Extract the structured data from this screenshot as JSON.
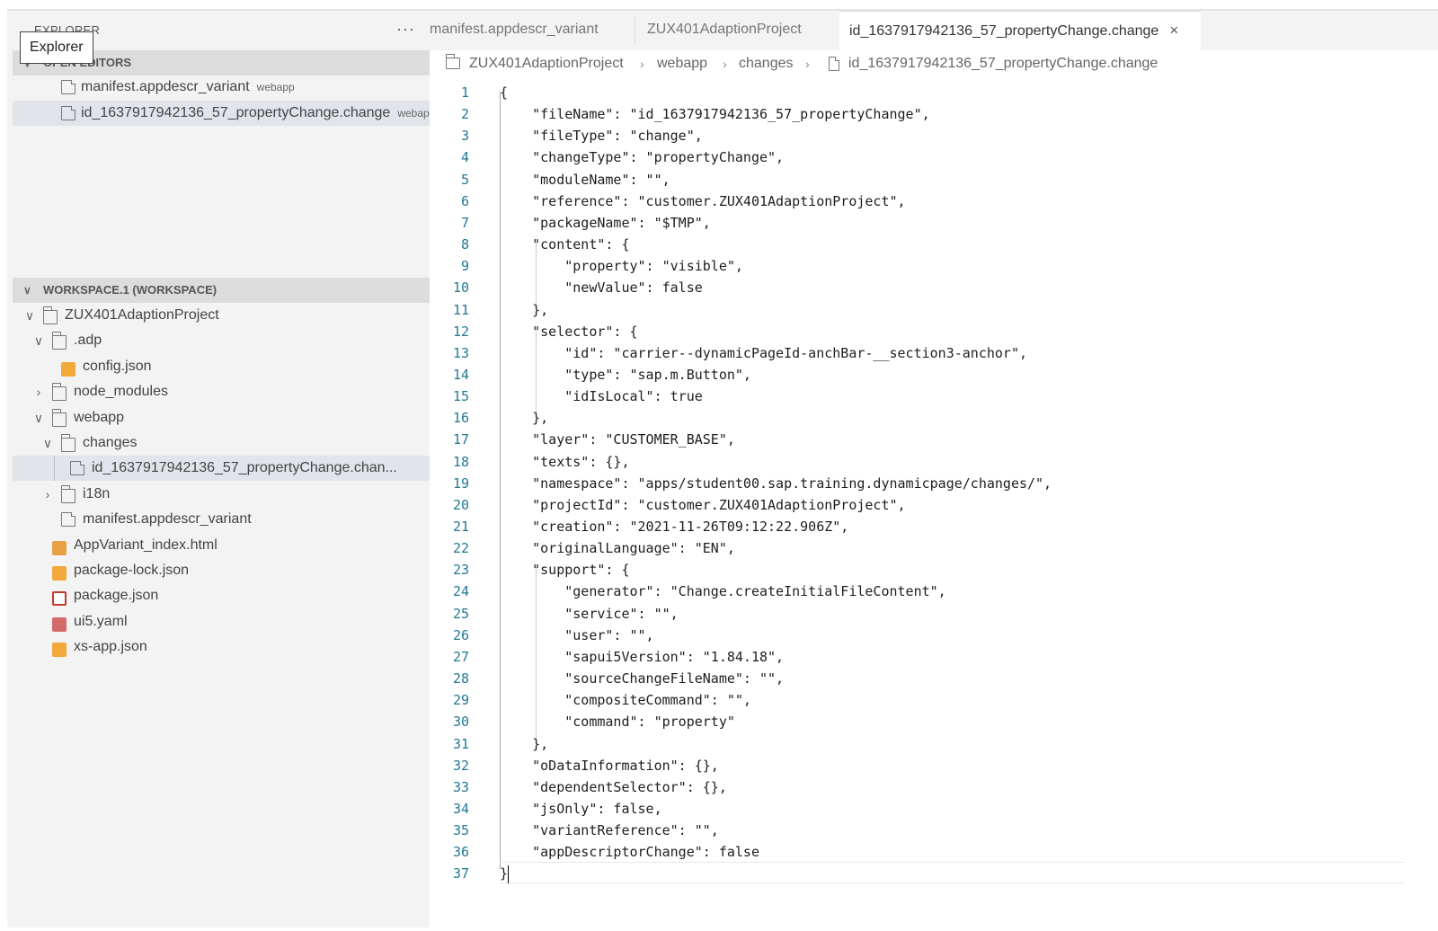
{
  "sidebar": {
    "title": "EXPLORER",
    "more": "···",
    "tooltip": "Explorer",
    "open_editors": {
      "header": "OPEN EDITORS",
      "items": [
        {
          "label": "manifest.appdescr_variant",
          "desc": "webapp"
        },
        {
          "label": "id_1637917942136_57_propertyChange.change",
          "desc": "webapp/changes"
        }
      ]
    },
    "workspace": {
      "header": "WORKSPACE.1 (WORKSPACE)",
      "tree": [
        {
          "label": "ZUX401AdaptionProject",
          "icon": "folder-open-icon",
          "twisty": "∨"
        },
        {
          "label": ".adp",
          "icon": "folder-open-icon",
          "twisty": "∨"
        },
        {
          "label": "config.json",
          "icon": "json-file-icon",
          "twisty": ""
        },
        {
          "label": "node_modules",
          "icon": "folder-icon",
          "twisty": "›"
        },
        {
          "label": "webapp",
          "icon": "folder-open-icon",
          "twisty": "∨"
        },
        {
          "label": "changes",
          "icon": "folder-open-icon",
          "twisty": "∨"
        },
        {
          "label": "id_1637917942136_57_propertyChange.chan...",
          "icon": "file-icon",
          "twisty": ""
        },
        {
          "label": "i18n",
          "icon": "folder-icon",
          "twisty": "›"
        },
        {
          "label": "manifest.appdescr_variant",
          "icon": "file-icon",
          "twisty": ""
        },
        {
          "label": "AppVariant_index.html",
          "icon": "html-file-icon",
          "twisty": ""
        },
        {
          "label": "package-lock.json",
          "icon": "json-file-icon",
          "twisty": ""
        },
        {
          "label": "package.json",
          "icon": "npm-file-icon",
          "twisty": ""
        },
        {
          "label": "ui5.yaml",
          "icon": "yaml-file-icon",
          "twisty": ""
        },
        {
          "label": "xs-app.json",
          "icon": "json-file-icon",
          "twisty": ""
        }
      ]
    }
  },
  "tabs": [
    {
      "label": "manifest.appdescr_variant",
      "active": false
    },
    {
      "label": "ZUX401AdaptionProject",
      "active": false
    },
    {
      "label": "id_1637917942136_57_propertyChange.change",
      "active": true,
      "close": "×"
    }
  ],
  "breadcrumb": [
    "ZUX401AdaptionProject",
    "webapp",
    "changes",
    "id_1637917942136_57_propertyChange.change"
  ],
  "breadcrumb_sep": "›",
  "code_lines": [
    "{",
    "    \"fileName\": \"id_1637917942136_57_propertyChange\",",
    "    \"fileType\": \"change\",",
    "    \"changeType\": \"propertyChange\",",
    "    \"moduleName\": \"\",",
    "    \"reference\": \"customer.ZUX401AdaptionProject\",",
    "    \"packageName\": \"$TMP\",",
    "    \"content\": {",
    "        \"property\": \"visible\",",
    "        \"newValue\": false",
    "    },",
    "    \"selector\": {",
    "        \"id\": \"carrier--dynamicPageId-anchBar-__section3-anchor\",",
    "        \"type\": \"sap.m.Button\",",
    "        \"idIsLocal\": true",
    "    },",
    "    \"layer\": \"CUSTOMER_BASE\",",
    "    \"texts\": {},",
    "    \"namespace\": \"apps/student00.sap.training.dynamicpage/changes/\",",
    "    \"projectId\": \"customer.ZUX401AdaptionProject\",",
    "    \"creation\": \"2021-11-26T09:12:22.906Z\",",
    "    \"originalLanguage\": \"EN\",",
    "    \"support\": {",
    "        \"generator\": \"Change.createInitialFileContent\",",
    "        \"service\": \"\",",
    "        \"user\": \"\",",
    "        \"sapui5Version\": \"1.84.18\",",
    "        \"sourceChangeFileName\": \"\",",
    "        \"compositeCommand\": \"\",",
    "        \"command\": \"property\"",
    "    },",
    "    \"oDataInformation\": {},",
    "    \"dependentSelector\": {},",
    "    \"jsOnly\": false,",
    "    \"variantReference\": \"\",",
    "    \"appDescriptorChange\": false",
    "}"
  ]
}
